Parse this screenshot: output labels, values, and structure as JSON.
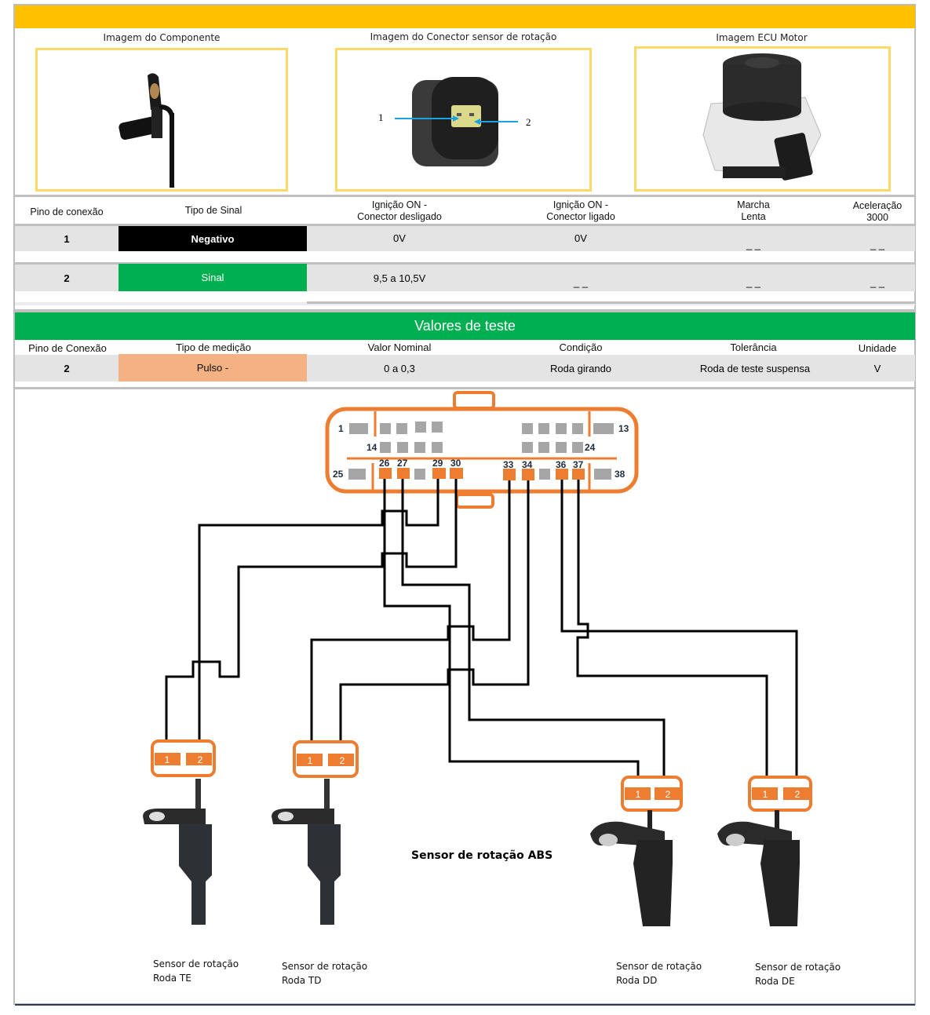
{
  "images": {
    "component_caption": "Imagem do Componente",
    "connector_caption": "Imagem do Conector sensor de rotação",
    "ecu_caption": "Imagem ECU Motor",
    "connector_pin_labels": [
      "1",
      "2"
    ]
  },
  "pin_table": {
    "headers": {
      "pin": "Pino de conexão",
      "signal_type": "Tipo de Sinal",
      "ign_off_l1": "Ignição ON -",
      "ign_off_l2": "Conector desligado",
      "ign_on_l1": "Ignição ON -",
      "ign_on_l2": "Conector ligado",
      "idle_l1": "Marcha",
      "idle_l2": "Lenta",
      "accel_l1": "Aceleração",
      "accel_l2": "3000"
    },
    "rows": [
      {
        "pin": "1",
        "signal": "Negativo",
        "ign_disconnected": "0V",
        "ign_connected": "0V",
        "idle": "_ _",
        "accel": "_ _"
      },
      {
        "pin": "2",
        "signal": "Sinal",
        "ign_disconnected": "9,5 a 10,5V",
        "ign_connected": "_ _",
        "idle": "_ _",
        "accel": "_ _"
      }
    ]
  },
  "test_values": {
    "title": "Valores de teste",
    "headers": {
      "pin": "Pino de Conexão",
      "measurement": "Tipo de medição",
      "nominal": "Valor Nominal",
      "condition": "Condição",
      "tolerance": "Tolerância",
      "unit": "Unidade"
    },
    "row": {
      "pin": "2",
      "measurement": "Pulso -",
      "nominal": "0 a 0,3",
      "condition": "Roda girando",
      "tolerance": "Roda de teste suspensa",
      "unit": "V"
    }
  },
  "diagram": {
    "title": "Sensor de rotação ABS",
    "ecu_pin_labels": {
      "p1": "1",
      "p13": "13",
      "p14": "14",
      "p24": "24",
      "p25": "25",
      "p38": "38",
      "p26": "26",
      "p27": "27",
      "p29": "29",
      "p30": "30",
      "p33": "33",
      "p34": "34",
      "p36": "36",
      "p37": "37"
    },
    "sensor_pins": [
      "1",
      "2"
    ],
    "sensors": [
      {
        "line1": "Sensor de rotação",
        "line2": "Roda TE"
      },
      {
        "line1": "Sensor de rotação",
        "line2": "Roda TD"
      },
      {
        "line1": "Sensor de rotação",
        "line2": "Roda DD"
      },
      {
        "line1": "Sensor de rotação",
        "line2": "Roda DE"
      }
    ]
  },
  "colors": {
    "header_yellow": "#ffc000",
    "image_border": "#ffd966",
    "signal_green": "#00b050",
    "pulse_orange": "#f4b183",
    "connector_orange": "#ed7d31",
    "pin_gray": "#a6a6a6"
  }
}
